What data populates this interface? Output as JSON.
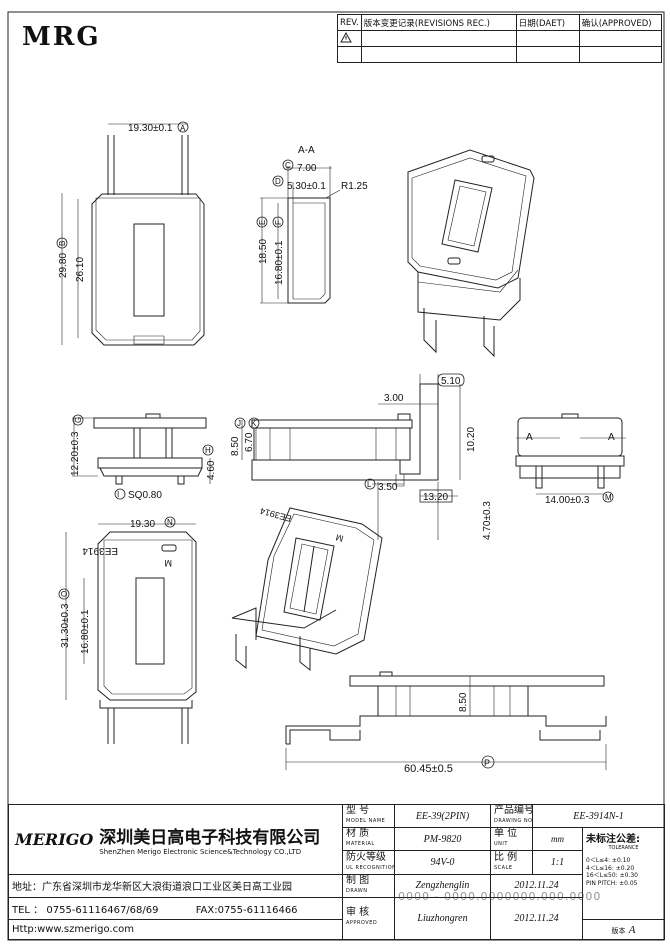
{
  "brand": {
    "logo_text": "MRG"
  },
  "revision_table": {
    "rev_header": "REV.",
    "records_header": "版本变更记录(REVISIONS REC.)",
    "date_header": "日期(DAET)",
    "approved_header": "确认(APPROVED)",
    "warning_symbol": "warning-triangle-icon"
  },
  "drawing": {
    "top_view": {
      "width_dim": "19.30±0.1",
      "width_tag": "A",
      "height_dim": "29.80",
      "height_tag": "B",
      "inner_dim": "26.10"
    },
    "section": {
      "title": "A-A",
      "tag_c": "C",
      "dim_c": "7.00",
      "tag_d": "D",
      "dim_d": "5.30±0.1",
      "radius": "R1.25",
      "tag_e": "E",
      "dim_e": "18.50",
      "tag_f": "F",
      "dim_f": "16.80±0.1"
    },
    "front_view": {
      "tag_g": "G",
      "dim_g": "12.20±0.3",
      "tag_h": "H",
      "dim_h": "4.60",
      "tag_i": "I",
      "dim_i": "SQ0.80"
    },
    "side_view": {
      "dim_top": "3.00",
      "dim_510": "5.10",
      "tag_j": "J",
      "dim_j": "8.50",
      "tag_k": "K",
      "dim_k": "6.70",
      "dim_1020": "10.20",
      "tag_l": "L",
      "dim_l": "3.50",
      "dim_1320": "13.20",
      "dim_470": "4.70±0.3"
    },
    "end_view": {
      "section_mark_left": "A",
      "section_mark_right": "A",
      "tag_m": "M",
      "dim_m": "14.00±0.3"
    },
    "bottom_view": {
      "dim_width": "19.30",
      "tag_n": "N",
      "marking": "EE3914",
      "mark_m": "M",
      "tag_o": "O",
      "dim_o": "31.30±0.3",
      "dim_inner": "16.80±0.1"
    },
    "iso_bottom": {
      "marking": "EE3914",
      "mark_m": "M"
    },
    "long_view": {
      "dim_height": "8.50",
      "dim_length": "60.45±0.5",
      "tag_p": "P"
    }
  },
  "title_block": {
    "company_logo": "MERIGO",
    "company_cn": "深圳美日高电子科技有限公司",
    "company_en": "ShenZhen Merigo Electronic Science&Technology CO.,LTD",
    "address": "地址：广东省深圳市龙华新区大浪街道浪口工业区美日高工业园",
    "tel": "TEL ： 0755-61116467/68/69",
    "fax": "FAX:0755-61116466",
    "http": "Http:www.szmerigo.com",
    "model_label": "型 号",
    "model_label_en": "MODEL NAME",
    "model_value": "EE-39(2PIN)",
    "drawing_no_label": "产品编号",
    "drawing_no_label_en": "DRAWING NO.",
    "drawing_no_value": "EE-3914N-1",
    "material_label": "材 质",
    "material_label_en": "MATERIAL",
    "material_value": "PM-9820",
    "unit_label": "单 位",
    "unit_label_en": "UNIT",
    "unit_value": "mm",
    "tolerance_label": "未标注公差:",
    "tolerance_label_en": "TOLERANCE",
    "tolerances": [
      "0＜L≤4:   ±0.10",
      "4＜L≤16:  ±0.20",
      "16＜L≤50: ±0.30",
      "PIN PITCH: ±0.05"
    ],
    "flame_label": "防火等级",
    "flame_label_en": "UL RECOGNITION",
    "flame_value": "94V-0",
    "scale_label": "比 例",
    "scale_label_en": "SCALE",
    "scale_value": "1:1",
    "drawn_label": "制 图",
    "drawn_label_en": "DRAWN",
    "drawn_by": "Zengzhenglin",
    "drawn_date": "2012.11.24",
    "approved_label": "审 核",
    "approved_label_en": "APPROVED",
    "approved_by": "Liuzhongren",
    "approved_date": "2012.11.24",
    "version_label": "版本",
    "version_value": "A",
    "watermark": "0000 - 0000.0000000.000.0000"
  }
}
